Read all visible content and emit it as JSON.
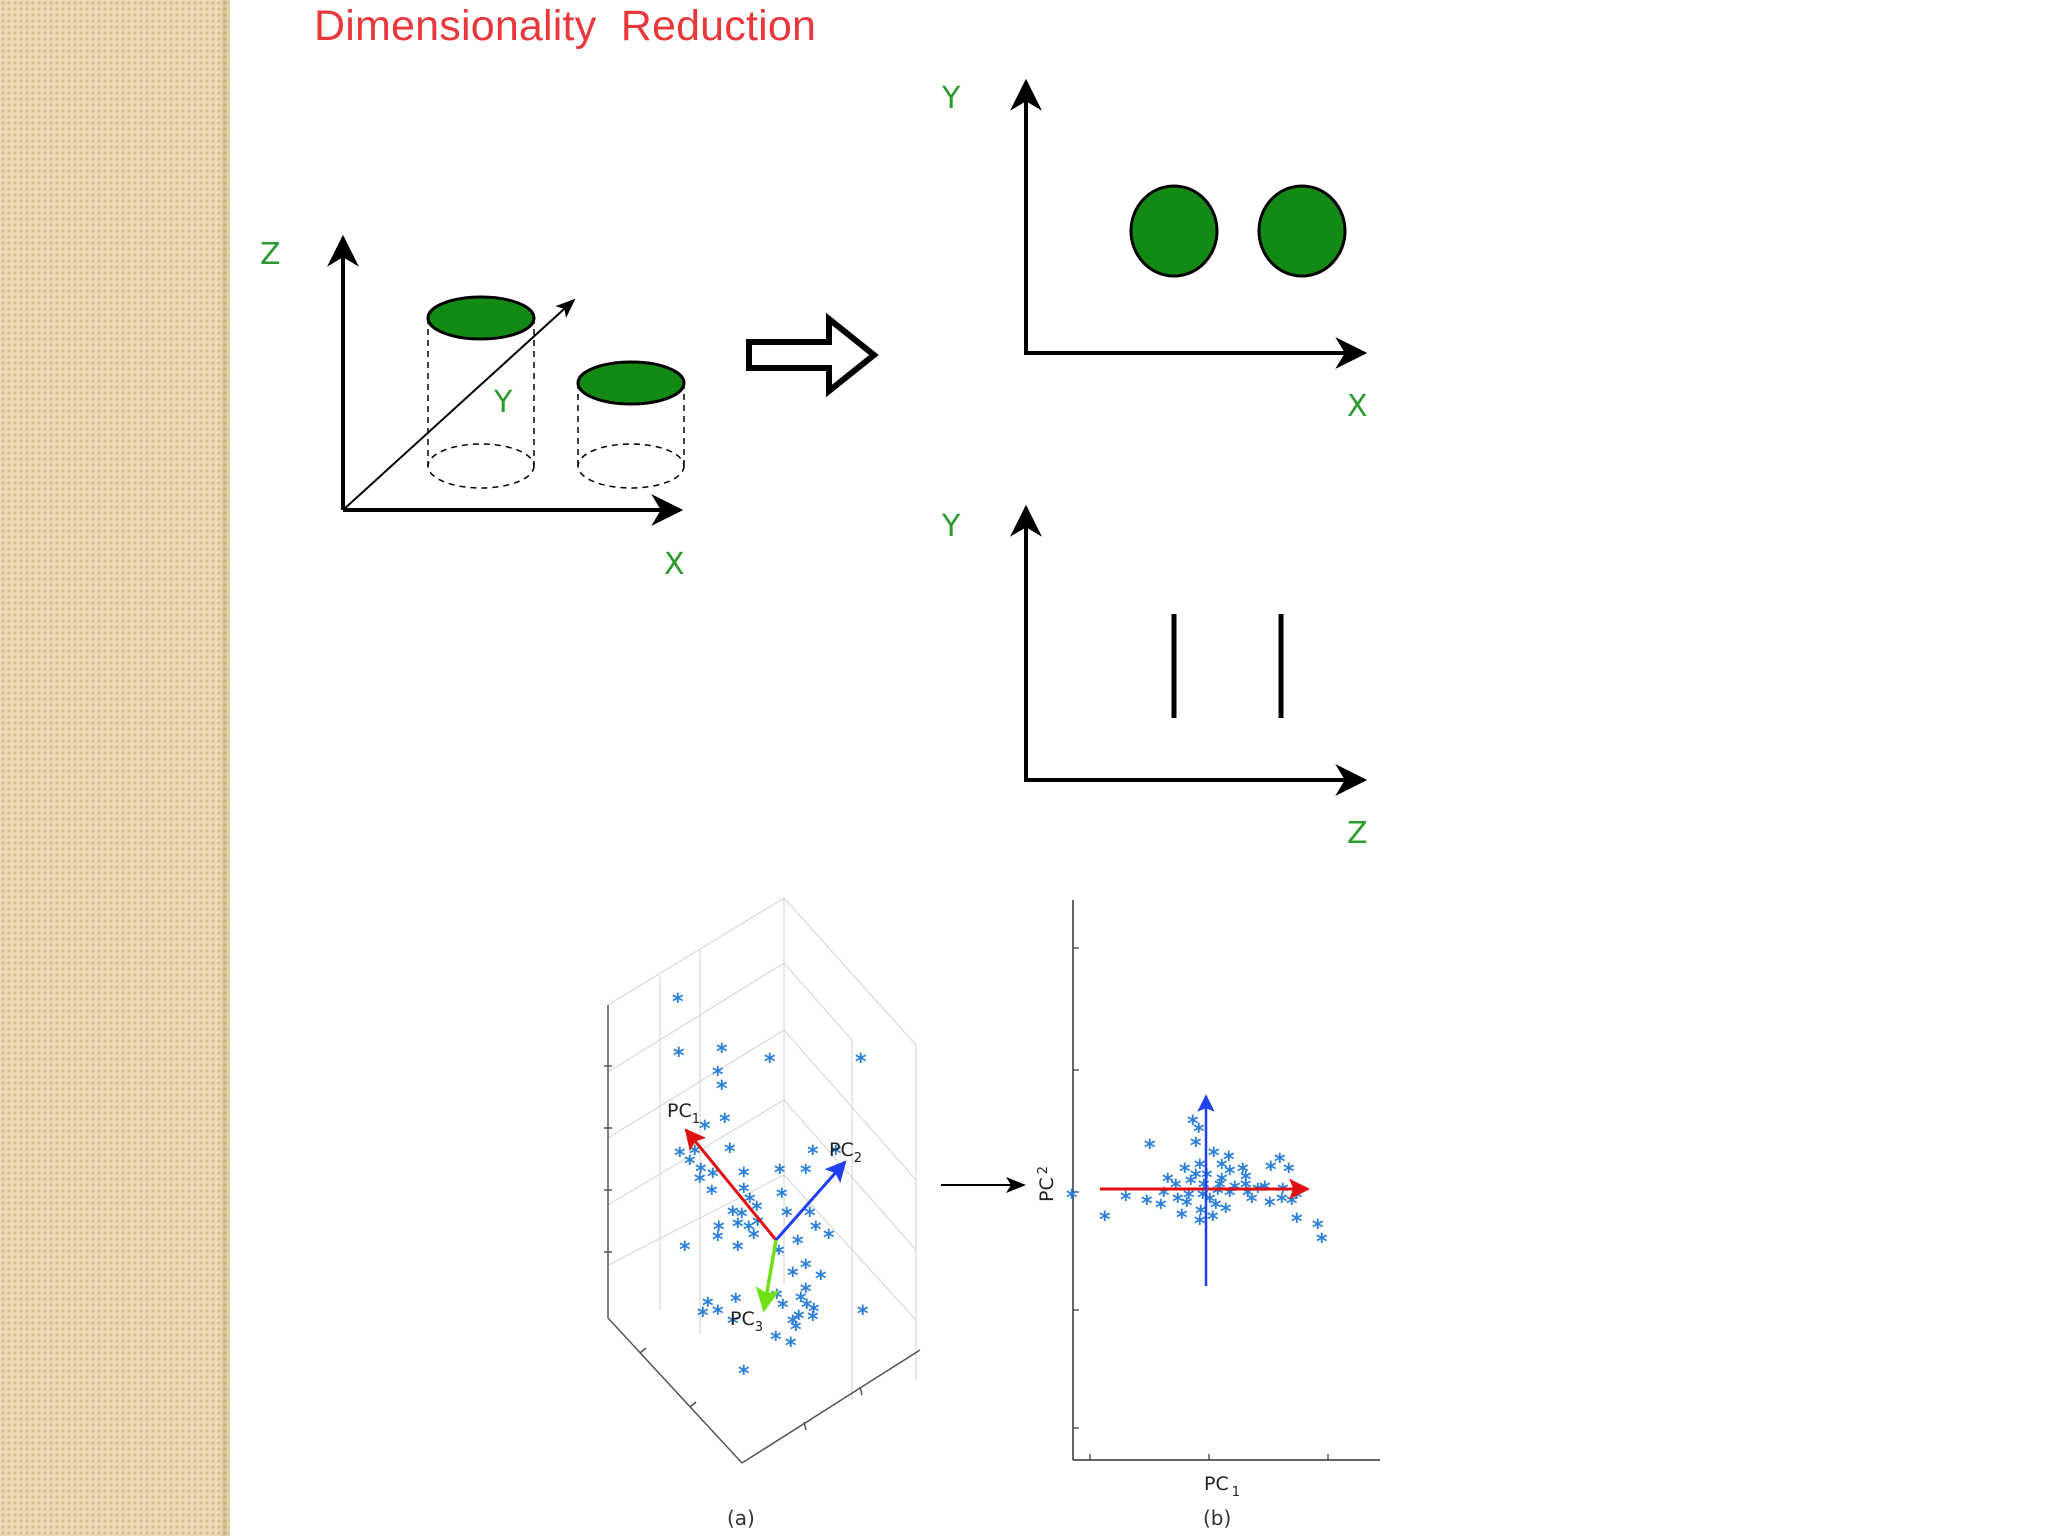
{
  "slide": {
    "title": "Dimensionality  Reduction"
  },
  "diagram_3d": {
    "axis_x": "X",
    "axis_y": "Y",
    "axis_z": "Z",
    "shape_color": "#138a13"
  },
  "projection_xy": {
    "axis_x": "X",
    "axis_y": "Y"
  },
  "projection_zy": {
    "axis_x": "Z",
    "axis_y": "Y"
  },
  "pca_figure_a": {
    "caption": "(a)",
    "pc1_label": "PC",
    "pc1_sub": "1",
    "pc2_label": "PC",
    "pc2_sub": "2",
    "pc3_label": "PC",
    "pc3_sub": "3",
    "colors": {
      "pc1": "#e01010",
      "pc2": "#1f3ff0",
      "pc3": "#6fe01a",
      "points": "#2a7fd8"
    }
  },
  "pca_figure_b": {
    "caption": "(b)",
    "xlabel": "PC",
    "xlabel_sub": "1",
    "ylabel": "PC",
    "ylabel_sub": "2"
  }
}
